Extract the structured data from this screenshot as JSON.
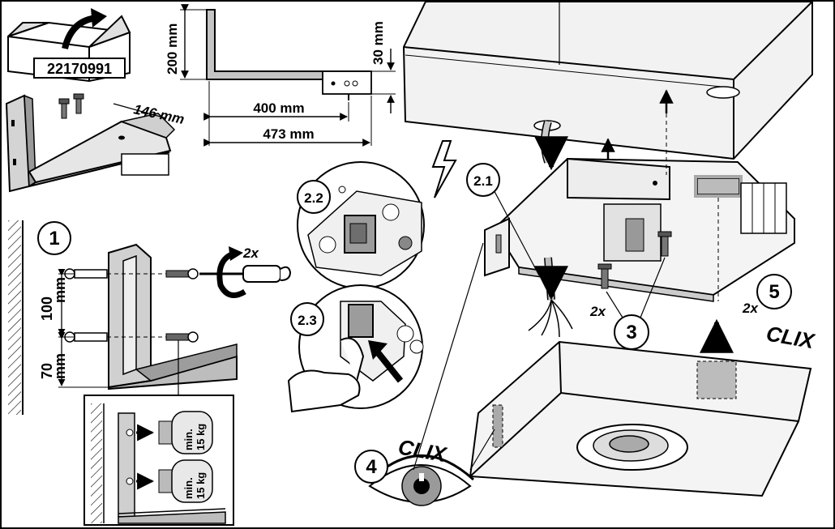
{
  "kit": {
    "article_number": "22170991"
  },
  "dimensions": {
    "height": "200 mm",
    "depth_small": "30 mm",
    "width_inner": "400 mm",
    "width_total": "473 mm",
    "arm_width": "146 mm"
  },
  "wall_mount": {
    "step": "1",
    "screw_count": "2x",
    "spacing_top": "100",
    "spacing_top_unit": "mm",
    "spacing_bottom": "70",
    "spacing_bottom_unit": "mm",
    "load_label_line1": "min.",
    "load_label_line2": "15 kg"
  },
  "steps": {
    "cable_entry": "2.1",
    "terminal_detail": "2.2",
    "clamp_detail": "2.3",
    "screws": "3",
    "screws_count": "2x",
    "inspect": "4",
    "latch": "5",
    "latch_count": "2x"
  },
  "labels": {
    "clix_right": "CLIX",
    "clix_left": "CLIX"
  },
  "colors": {
    "line": "#000000",
    "fill_gray": "#c8c8c8",
    "fill_dark": "#8a8a8a",
    "fill_light": "#ececec"
  }
}
